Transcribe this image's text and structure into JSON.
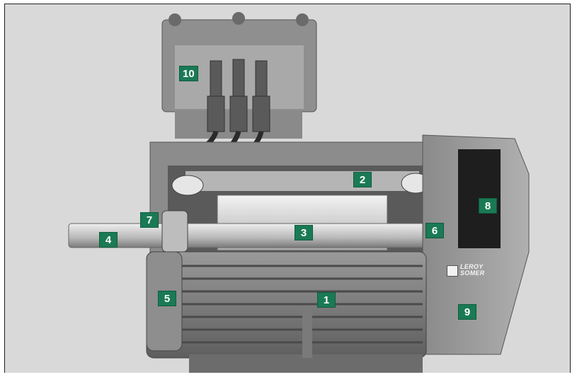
{
  "labels": [
    "1",
    "2",
    "3",
    "4",
    "5",
    "6",
    "7",
    "8",
    "9",
    "10"
  ],
  "logo": {
    "line1": "LEROY",
    "line2": "SOMER"
  },
  "colors": {
    "tag_bg": "#1a7a55",
    "tag_text": "#ffffff",
    "background": "#d9d9d9"
  }
}
